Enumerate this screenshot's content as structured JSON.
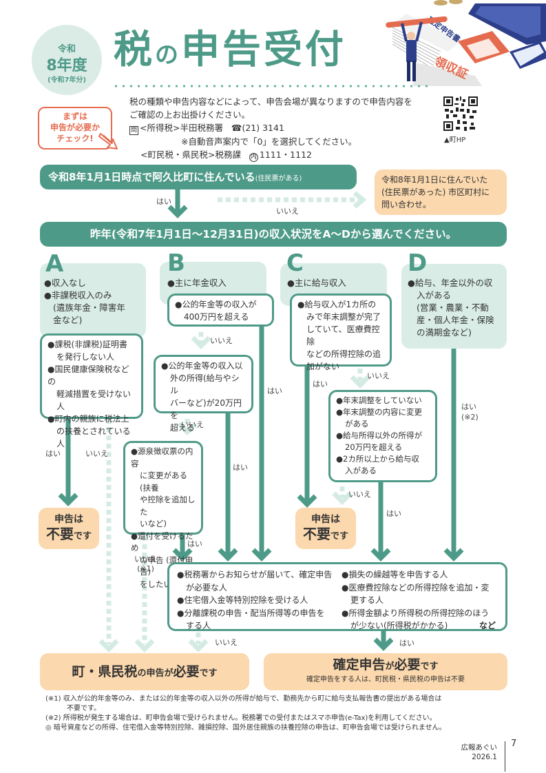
{
  "header": {
    "year_line1": "令和",
    "year_line2": "8年度",
    "year_line3": "(令和7年分)",
    "title_part1": "税",
    "title_part2": "の",
    "title_part3": "申告受付",
    "check_badge": [
      "まずは",
      "申告が必要か",
      "チェック!"
    ],
    "intro_lines": [
      "税の種類や申告内容などによって、申告会場が異なりますので申告内容を",
      "ご確認の上お出掛けください。"
    ],
    "contact1_icon": "問",
    "contact1": "<所得税>半田税務署",
    "contact1_phone_icon": "☎",
    "contact1_phone": "(21) 3141",
    "contact1_note": "※自動音声案内で「0」を選択してください。",
    "contact2": "<町民税・県民税>税務課",
    "contact2_ext_icon": "内",
    "contact2_ext": "1111・1112",
    "qr_label": "▲町HP",
    "illustration_texts": [
      "確定申告書",
      "領収証"
    ]
  },
  "flow": {
    "q1": "令和8年1月1日時点で阿久比町に住んでいる",
    "q1_note": "(住民票がある)",
    "q1_yes": "はい",
    "q1_no": "いいえ",
    "q1_no_result": [
      "令和8年1月1日に住んでいた",
      "(住民票があった) 市区町村に",
      "問い合わせ。"
    ],
    "q2": "昨年(令和7年1月1日〜12月31日)の収入状況をA〜Dから選んでください。",
    "columns": [
      {
        "letter": "A",
        "items": [
          "●収入なし",
          "●非課税収入のみ",
          "(遺族年金・障害年",
          "金など)"
        ],
        "box": [
          "●課税(非課税)証明書",
          "を発行しない人",
          "●国民健康保険税などの",
          "軽減措置を受けない人",
          "●町内の親族に税法上",
          "の扶養とされている人"
        ],
        "yes": "はい",
        "no": "いいえ"
      },
      {
        "letter": "B",
        "items": [
          "●主に年金収入"
        ],
        "box1": [
          "●公的年金等の収入が",
          "400万円を超える"
        ],
        "box1_no": "いいえ",
        "box1_yes": "はい",
        "box2": [
          "●公的年金等の収入以",
          "外の所得(給与やシル",
          "バーなど)が20万円を",
          "超える"
        ],
        "box2_no": "いいえ",
        "box2_yes": "はい",
        "box3": [
          "●源泉徴収票の内容",
          "に変更がある(扶養",
          "や控除を追加した",
          "いなど)",
          "●還付を受けるため",
          "の申告 (還付申告)",
          "をしたい"
        ],
        "box3_yes": "はい",
        "box3_no": "いいえ",
        "box3_no_note": "(※1)"
      },
      {
        "letter": "C",
        "items": [
          "●主に給与収入"
        ],
        "box1": [
          "●給与収入が1カ所の",
          "みで年末調整が完了",
          "していて、医療費控除",
          "などの所得控除の追",
          "加がない"
        ],
        "box1_yes": "はい",
        "box1_no": "いいえ",
        "box2": [
          "●年末調整をしていない",
          "●年末調整の内容に変更",
          "がある",
          "●給与所得以外の所得が",
          "20万円を超える",
          "●2カ所以上から給与収",
          "入がある"
        ],
        "box2_no": "いいえ",
        "box2_yes": "はい"
      },
      {
        "letter": "D",
        "items": [
          "●給与、年金以外の収",
          "入がある",
          "(営業・農業・不動",
          "産・個人年金・保険",
          "の満期金など)"
        ],
        "yes": "はい",
        "yes_note": "(※2)"
      }
    ],
    "not_required": {
      "line1": "申告は",
      "line2_big": "不要",
      "line2_small": "です"
    },
    "final_box_left": [
      "●税務署からお知らせが届いて、確定申告",
      "が必要な人",
      "●住宅借入金等特別控除を受ける人",
      "●分離課税の申告・配当所得等の申告を",
      "する人"
    ],
    "final_box_right": [
      "●損失の繰越等を申告する人",
      "●医療費控除などの所得控除を追加・変",
      "更する人",
      "●所得金額より所得税の所得控除のほう",
      "が少ない(所得税がかかる)"
    ],
    "final_box_etc": "など",
    "final_no": "いいえ",
    "final_yes": "はい",
    "result_local": {
      "big1": "町・県民税",
      "small1": "の申告が",
      "big2": "必要",
      "small2": "です"
    },
    "result_national": {
      "big1": "確定申告",
      "small1": "が",
      "big2": "必要",
      "small2": "です",
      "note": "確定申告をする人は、町民税・県民税の申告は不要"
    }
  },
  "notes": [
    "(※1) 収入が公的年金等のみ、または公的年金等の収入以外の所得が給与で、勤務先から町に給与支払報告書の提出がある場合は",
    "不要です。",
    "(※2) 所得税が発生する場合は、町申告会場で受けられません。税務署での受付またはスマホ申告(e-Tax)を利用してください。",
    "◎ 暗号資産などの所得、住宅借入金等特別控除、雑損控除、国外居住親族の扶養控除の申告は、町申告会場では受けられません。"
  ],
  "footer": {
    "publication": "広報あぐい",
    "issue": "2026.1",
    "page": "7"
  },
  "colors": {
    "teal": "#4e9a88",
    "light_teal": "#d9ede6",
    "peach": "#fbd8ad",
    "orange": "#e56b4f"
  }
}
